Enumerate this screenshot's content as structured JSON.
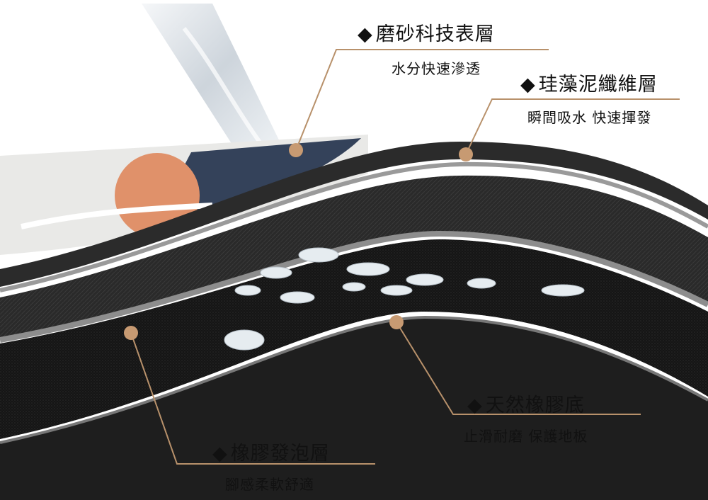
{
  "layers": [
    {
      "marker": "◆",
      "title": "磨砂科技表層",
      "subtitle": "水分快速滲透"
    },
    {
      "marker": "◆",
      "title": "珪藻泥纖維層",
      "subtitle": "瞬間吸水 快速揮發"
    },
    {
      "marker": "◆",
      "title": "天然橡膠底",
      "subtitle": "止滑耐磨 保護地板"
    },
    {
      "marker": "◆",
      "title": "橡膠發泡層",
      "subtitle": "腳感柔軟舒適"
    }
  ],
  "colors": {
    "leader_line": "#b8916b",
    "dot": "#c79a72",
    "accent_orange": "#e0916a",
    "navy": "#34425a",
    "dark_layer": "#1b1b1b",
    "surface": "#e9e9e7"
  }
}
